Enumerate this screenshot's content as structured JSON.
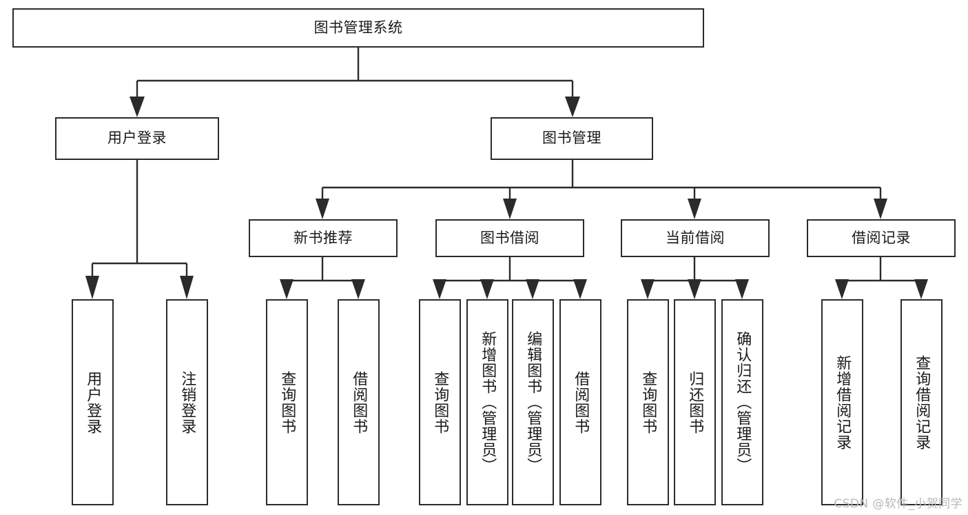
{
  "diagram": {
    "type": "tree-hierarchy-chart",
    "title": "图书管理系统",
    "orientation": "top-down",
    "colors": {
      "box_border": "#2b2b2b",
      "box_fill": "#ffffff",
      "connector": "#2b2b2b",
      "text": "#1a1a1a",
      "background": "#ffffff",
      "watermark": "#b9b9b9"
    },
    "root": {
      "label": "图书管理系统"
    },
    "level2": [
      {
        "label": "用户登录"
      },
      {
        "label": "图书管理"
      }
    ],
    "level3": [
      {
        "label": "新书推荐"
      },
      {
        "label": "图书借阅"
      },
      {
        "label": "当前借阅"
      },
      {
        "label": "借阅记录"
      }
    ],
    "leaves": {
      "user_login": [
        {
          "label": "用户登录"
        },
        {
          "label": "注销登录"
        }
      ],
      "new_book_recommend": [
        {
          "label": "查询图书"
        },
        {
          "label": "借阅图书"
        }
      ],
      "book_borrow": [
        {
          "label": "查询图书"
        },
        {
          "label": "新增图书（管理员）"
        },
        {
          "label": "编辑图书（管理员）"
        },
        {
          "label": "借阅图书"
        }
      ],
      "current_borrow": [
        {
          "label": "查询图书"
        },
        {
          "label": "归还图书"
        },
        {
          "label": "确认归还（管理员）"
        }
      ],
      "borrow_record": [
        {
          "label": "新增借阅记录"
        },
        {
          "label": "查询借阅记录"
        }
      ]
    }
  },
  "watermark": {
    "text": "CSDN @软件_小贺同学"
  }
}
